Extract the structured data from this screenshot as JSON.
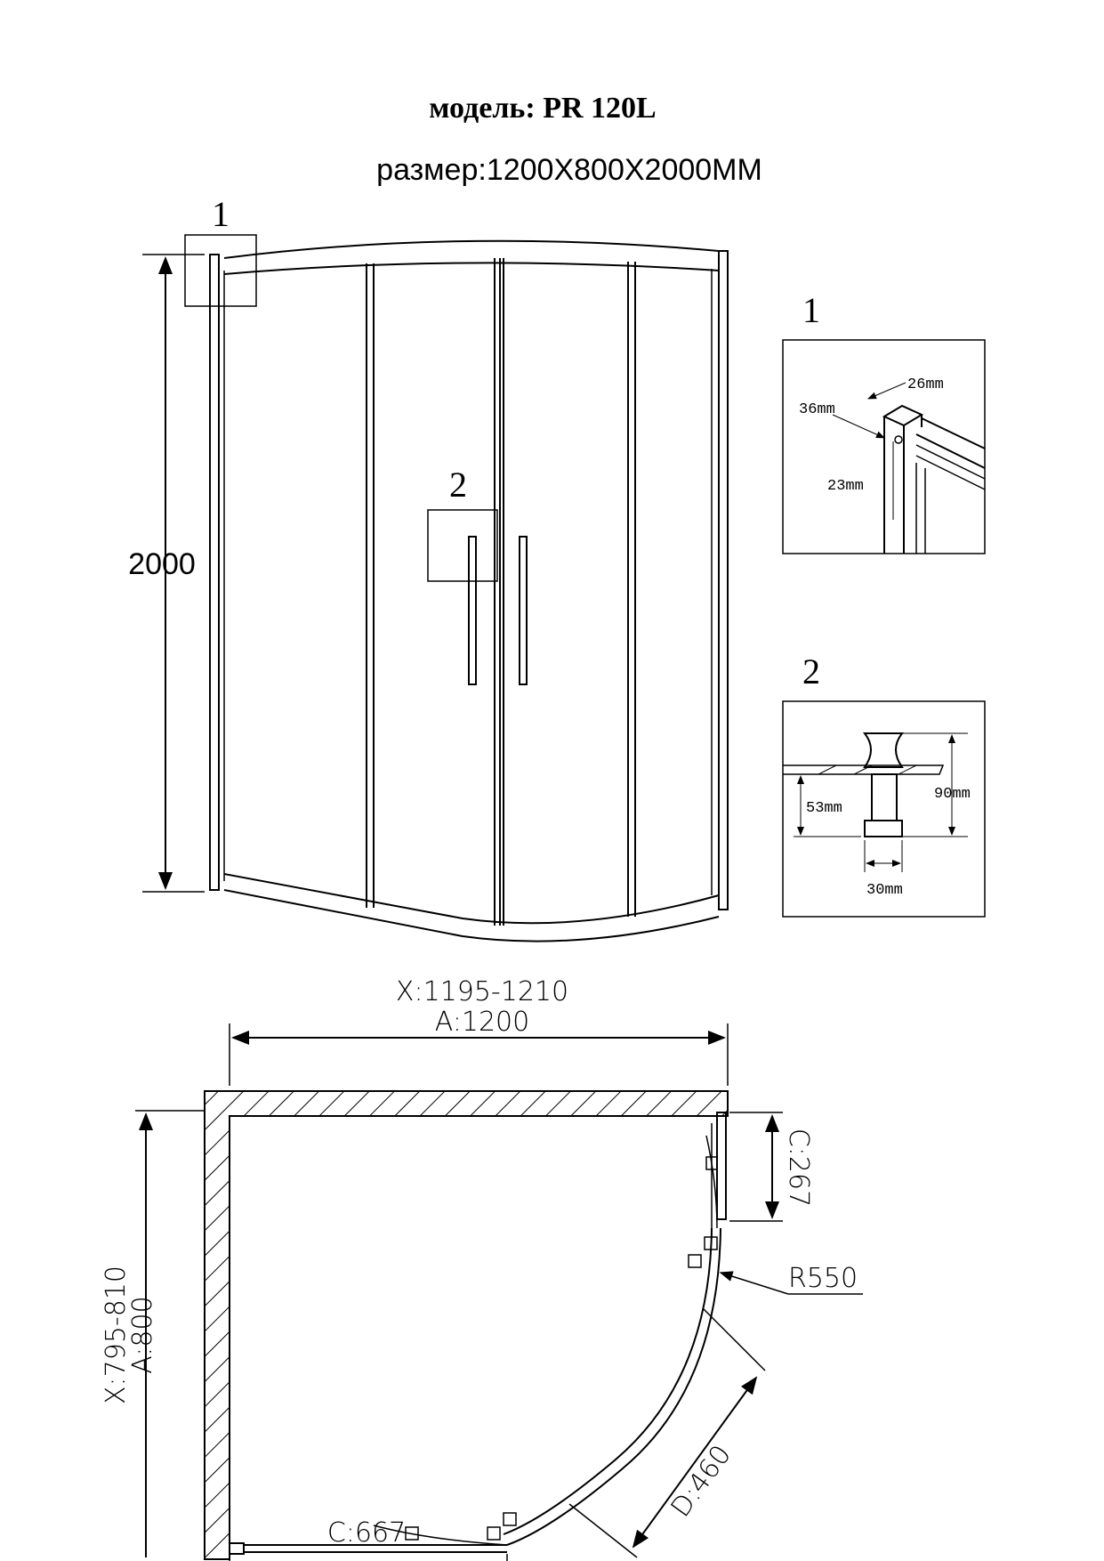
{
  "title": "модель: PR 120L",
  "size": "размер:1200X800X2000MM",
  "front_view": {
    "callout_1": "1",
    "callout_2": "2",
    "height": "2000"
  },
  "detail_1": {
    "label": "1",
    "dims": [
      "26mm",
      "36mm",
      "23mm"
    ]
  },
  "detail_2": {
    "label": "2",
    "dims": [
      "90mm",
      "53mm",
      "30mm"
    ]
  },
  "plan": {
    "width_range": "X:1195-1210",
    "width": "A:1200",
    "depth_range": "X:795-810",
    "depth": "A:800",
    "door_width": "C:667",
    "side_opening": "C:267",
    "radius": "R550",
    "diagonal": "D:460"
  }
}
